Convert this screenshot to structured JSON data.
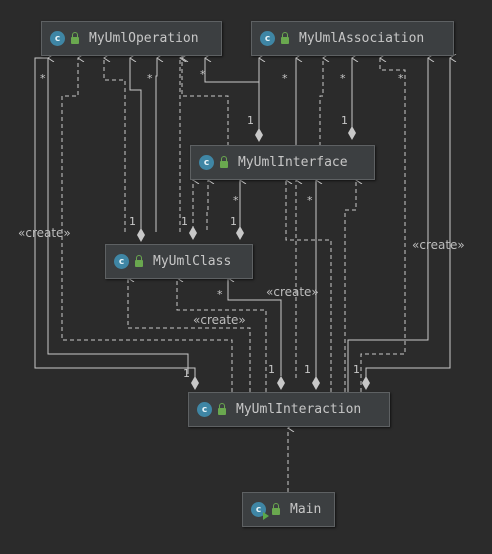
{
  "nodes": {
    "operation": {
      "name": "MyUmlOperation",
      "icon": "c"
    },
    "association": {
      "name": "MyUmlAssociation",
      "icon": "c"
    },
    "interface": {
      "name": "MyUmlInterface",
      "icon": "c"
    },
    "class": {
      "name": "MyUmlClass",
      "icon": "c"
    },
    "interaction": {
      "name": "MyUmlInteraction",
      "icon": "c"
    },
    "main": {
      "name": "Main",
      "icon": "c"
    }
  },
  "labels": {
    "create": "«create»",
    "many": "*",
    "one": "1"
  },
  "colors": {
    "background": "#2b2b2b",
    "node_fill": "#3c3f41",
    "line": "#c8c8c8",
    "class_icon": "#3f86a5"
  }
}
